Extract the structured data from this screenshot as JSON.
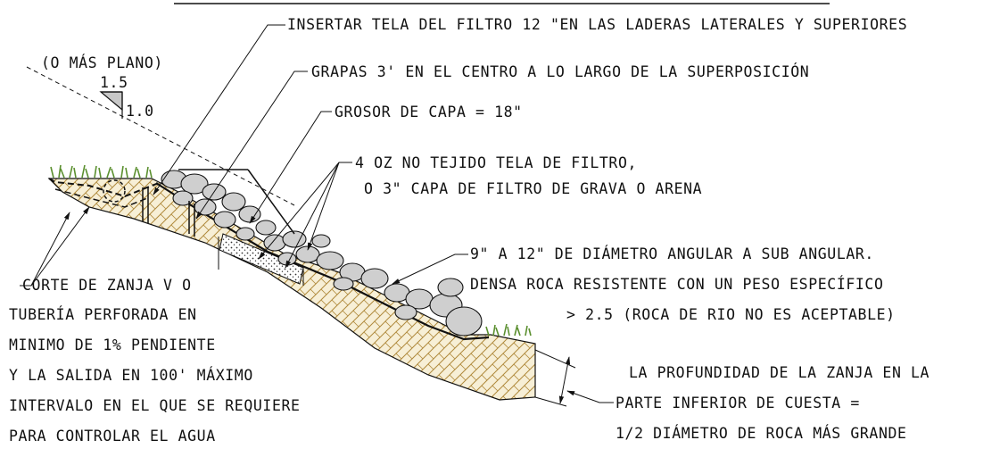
{
  "slope_ratio": {
    "note": "(O MÁS PLANO)",
    "horizontal": "1.5",
    "vertical": "1.0"
  },
  "callouts": {
    "filter_fabric_edges": "INSERTAR TELA DEL FILTRO 12 \"EN LAS LADERAS LATERALES Y SUPERIORES",
    "staples": "GRAPAS 3' EN EL CENTRO A LO LARGO DE LA SUPERPOSICIÓN",
    "layer_thickness": "GROSOR DE CAPA = 18\"",
    "filter_line1": "4 OZ NO TEJIDO TELA DE FILTRO,",
    "filter_line2": "O 3\" CAPA DE FILTRO DE GRAVA O ARENA",
    "rock_line1": "9\" A 12\" DE DIÁMETRO ANGULAR A SUB ANGULAR.",
    "rock_line2": "DENSA ROCA RESISTENTE CON UN PESO ESPECÍFICO",
    "rock_line3": "> 2.5 (ROCA DE RIO NO ES ACEPTABLE)",
    "ditch_lines": [
      "CORTE DE ZANJA V O",
      "TUBERÍA PERFORADA EN",
      "MINIMO DE 1%  PENDIENTE",
      "Y LA SALIDA EN 100' MÁXIMO",
      "INTERVALO EN EL QUE SE REQUIERE",
      "PARA CONTROLAR EL AGUA"
    ],
    "depth_lines": [
      "LA PROFUNDIDAD DE LA ZANJA EN LA",
      "PARTE INFERIOR DE CUESTA =",
      "1/2  DIÁMETRO DE ROCA MÁS GRANDE"
    ]
  },
  "colors": {
    "soil_fill": "#f7efd6",
    "soil_hatch": "#b08a3c",
    "rock_fill": "#cfcfcf",
    "grass": "#5a8f2e",
    "line": "#111111"
  }
}
